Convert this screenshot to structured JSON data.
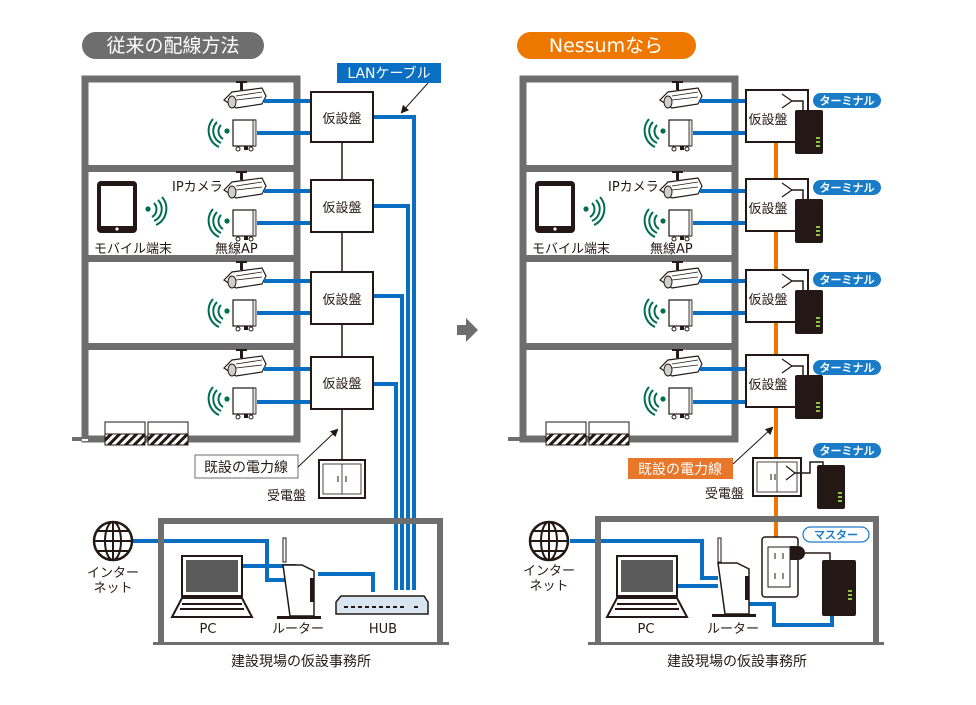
{
  "colors": {
    "lan_cable": "#0a6fc2",
    "power_line_nessum": "#ee7700",
    "building_wall": "#6e6e6e",
    "wifi_green": "#006e4f",
    "left_pill": "#6e6e6e",
    "right_pill": "#ee7700",
    "terminal_tag": "#1a7cc6",
    "device_black": "#231815",
    "led_green": "#8cc63f"
  },
  "arrow_icon": "right-arrow-icon",
  "left_panel": {
    "title": "従来の配線方法",
    "lan_cable_label": "LANケーブル",
    "floors": [
      {
        "panel_label": "仮設盤",
        "camera": "ip-camera-icon",
        "ap": "wireless-ap-icon"
      },
      {
        "panel_label": "仮設盤",
        "camera": "ip-camera-icon",
        "ap": "wireless-ap-icon",
        "camera_label": "IPカメラ",
        "ap_label": "無線AP",
        "mobile_label": "モバイル端末"
      },
      {
        "panel_label": "仮設盤",
        "camera": "ip-camera-icon",
        "ap": "wireless-ap-icon"
      },
      {
        "panel_label": "仮設盤",
        "camera": "ip-camera-icon",
        "ap": "wireless-ap-icon"
      }
    ],
    "power_line_label": "既設の電力線",
    "switchboard_label": "受電盤",
    "internet_label_line1": "インター",
    "internet_label_line2": "ネット",
    "pc_label": "PC",
    "router_label": "ルーター",
    "hub_label": "HUB",
    "office_label": "建設現場の仮設事務所"
  },
  "right_panel": {
    "title": "Nessumなら",
    "floors": [
      {
        "panel_label": "仮設盤",
        "tag": "ターミナル"
      },
      {
        "panel_label": "仮設盤",
        "tag": "ターミナル",
        "camera_label": "IPカメラ",
        "ap_label": "無線AP",
        "mobile_label": "モバイル端末"
      },
      {
        "panel_label": "仮設盤",
        "tag": "ターミナル"
      },
      {
        "panel_label": "仮設盤",
        "tag": "ターミナル"
      }
    ],
    "switchboard_tag": "ターミナル",
    "power_line_label": "既設の電力線",
    "switchboard_label": "受電盤",
    "master_tag": "マスター",
    "internet_label_line1": "インター",
    "internet_label_line2": "ネット",
    "pc_label": "PC",
    "router_label": "ルーター",
    "office_label": "建設現場の仮設事務所"
  }
}
